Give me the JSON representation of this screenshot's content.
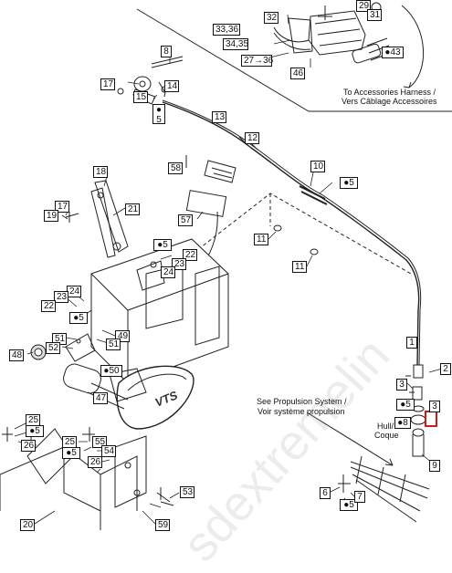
{
  "callouts": [
    {
      "id": "c29",
      "text": "29"
    },
    {
      "id": "c31",
      "text": "31"
    },
    {
      "id": "c32",
      "text": "32"
    },
    {
      "id": "c3336",
      "text": "33,36"
    },
    {
      "id": "c3435",
      "text": "34,35"
    },
    {
      "id": "c43",
      "text": "43",
      "drop": true
    },
    {
      "id": "c2736",
      "text": "27→36"
    },
    {
      "id": "c46",
      "text": "46"
    },
    {
      "id": "c8",
      "text": "8"
    },
    {
      "id": "c17a",
      "text": "17"
    },
    {
      "id": "c15",
      "text": "15"
    },
    {
      "id": "c14",
      "text": "14"
    },
    {
      "id": "c5a",
      "text": "5",
      "drop": true
    },
    {
      "id": "c13",
      "text": "13"
    },
    {
      "id": "c12",
      "text": "12"
    },
    {
      "id": "c58",
      "text": "58"
    },
    {
      "id": "c18",
      "text": "18"
    },
    {
      "id": "c10",
      "text": "10"
    },
    {
      "id": "c5b",
      "text": "5",
      "drop": true
    },
    {
      "id": "c21",
      "text": "21"
    },
    {
      "id": "c17b",
      "text": "17"
    },
    {
      "id": "c19",
      "text": "19"
    },
    {
      "id": "c57",
      "text": "57"
    },
    {
      "id": "c11a",
      "text": "11"
    },
    {
      "id": "c5c",
      "text": "5",
      "drop": true
    },
    {
      "id": "c22a",
      "text": "22"
    },
    {
      "id": "c23a",
      "text": "23"
    },
    {
      "id": "c24a",
      "text": "24"
    },
    {
      "id": "c11b",
      "text": "11"
    },
    {
      "id": "c24b",
      "text": "24"
    },
    {
      "id": "c23b",
      "text": "23"
    },
    {
      "id": "c22b",
      "text": "22"
    },
    {
      "id": "c5d",
      "text": "5",
      "drop": true
    },
    {
      "id": "c51a",
      "text": "51"
    },
    {
      "id": "c52",
      "text": "52"
    },
    {
      "id": "c49",
      "text": "49"
    },
    {
      "id": "c51b",
      "text": "51"
    },
    {
      "id": "c48",
      "text": "48"
    },
    {
      "id": "c50",
      "text": "50",
      "drop": true
    },
    {
      "id": "c47",
      "text": "47"
    },
    {
      "id": "c1",
      "text": "1"
    },
    {
      "id": "c2",
      "text": "2"
    },
    {
      "id": "c3a",
      "text": "3"
    },
    {
      "id": "c5e",
      "text": "5",
      "drop": true
    },
    {
      "id": "c3b",
      "text": "3"
    },
    {
      "id": "c25a",
      "text": "25"
    },
    {
      "id": "c5f",
      "text": "5",
      "drop": true
    },
    {
      "id": "c25b",
      "text": "25"
    },
    {
      "id": "c5g",
      "text": "5",
      "drop": true
    },
    {
      "id": "c55",
      "text": "55"
    },
    {
      "id": "c26a",
      "text": "26"
    },
    {
      "id": "c54",
      "text": "54"
    },
    {
      "id": "c26b",
      "text": "26"
    },
    {
      "id": "c8b",
      "text": "8",
      "drop": true
    },
    {
      "id": "c9",
      "text": "9"
    },
    {
      "id": "c20",
      "text": "20"
    },
    {
      "id": "c53",
      "text": "53"
    },
    {
      "id": "c59",
      "text": "59"
    },
    {
      "id": "c6",
      "text": "6"
    },
    {
      "id": "c5h",
      "text": "5",
      "drop": true
    },
    {
      "id": "c7",
      "text": "7"
    }
  ],
  "labels": {
    "accessories_en": "To Accessories Harness /",
    "accessories_fr": "Vers Câblage Accessoires",
    "propulsion_en": "See Propulsion System /",
    "propulsion_fr": "Voir système propulsion",
    "hull": "Hull/",
    "coque": "Coque",
    "logo": "VTS",
    "watermark": "sdextremelin"
  },
  "highlight": {
    "color": "#d21919"
  }
}
